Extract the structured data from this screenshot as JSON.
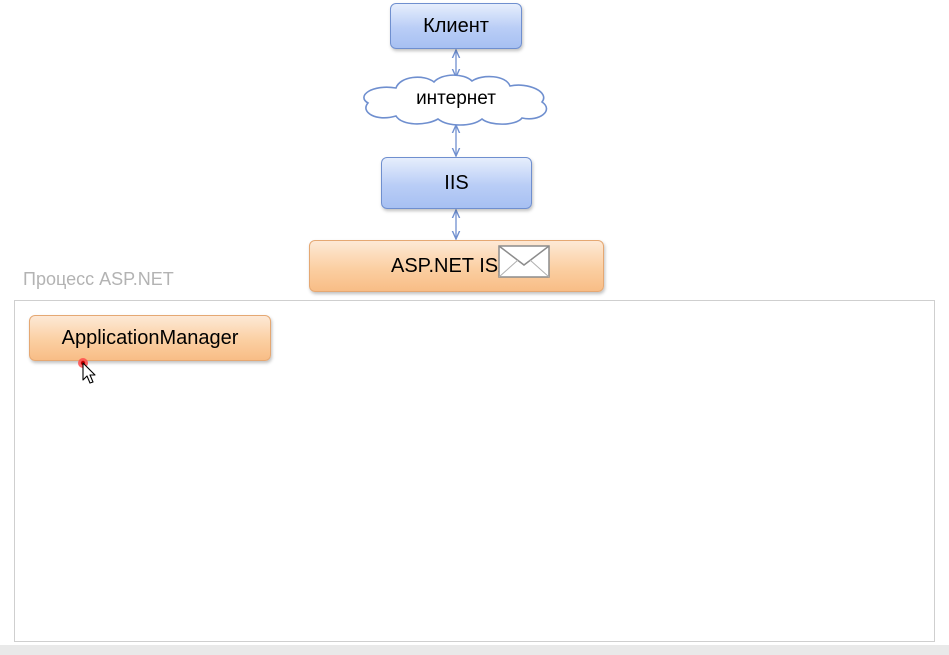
{
  "diagram": {
    "client_label": "Клиент",
    "internet_label": "интернет",
    "iis_label": "IIS",
    "isapi_label": "ASP.NET ISAPI",
    "process_label": "Процесс ASP.NET",
    "app_manager_label": "ApplicationManager"
  },
  "colors": {
    "blue_box": "#b9cdf6",
    "orange_box": "#fbcfa2",
    "connector": "#6f8fcf",
    "process_label": "#b3b3b3"
  }
}
